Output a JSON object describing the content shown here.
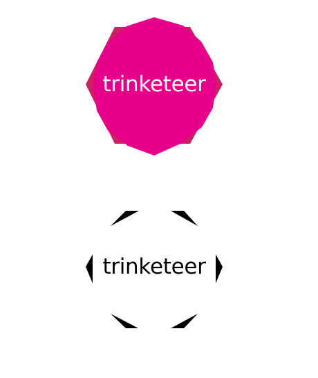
{
  "logos": [
    {
      "wordmark": "trinketeer",
      "style": "filled",
      "colors": {
        "fill": "#e6008a",
        "shadow": "#cc2063",
        "text": "#ffffff"
      }
    },
    {
      "wordmark": "trinketeer",
      "style": "outline-fragments",
      "colors": {
        "fill": "#000000",
        "text": "#000000"
      }
    }
  ]
}
